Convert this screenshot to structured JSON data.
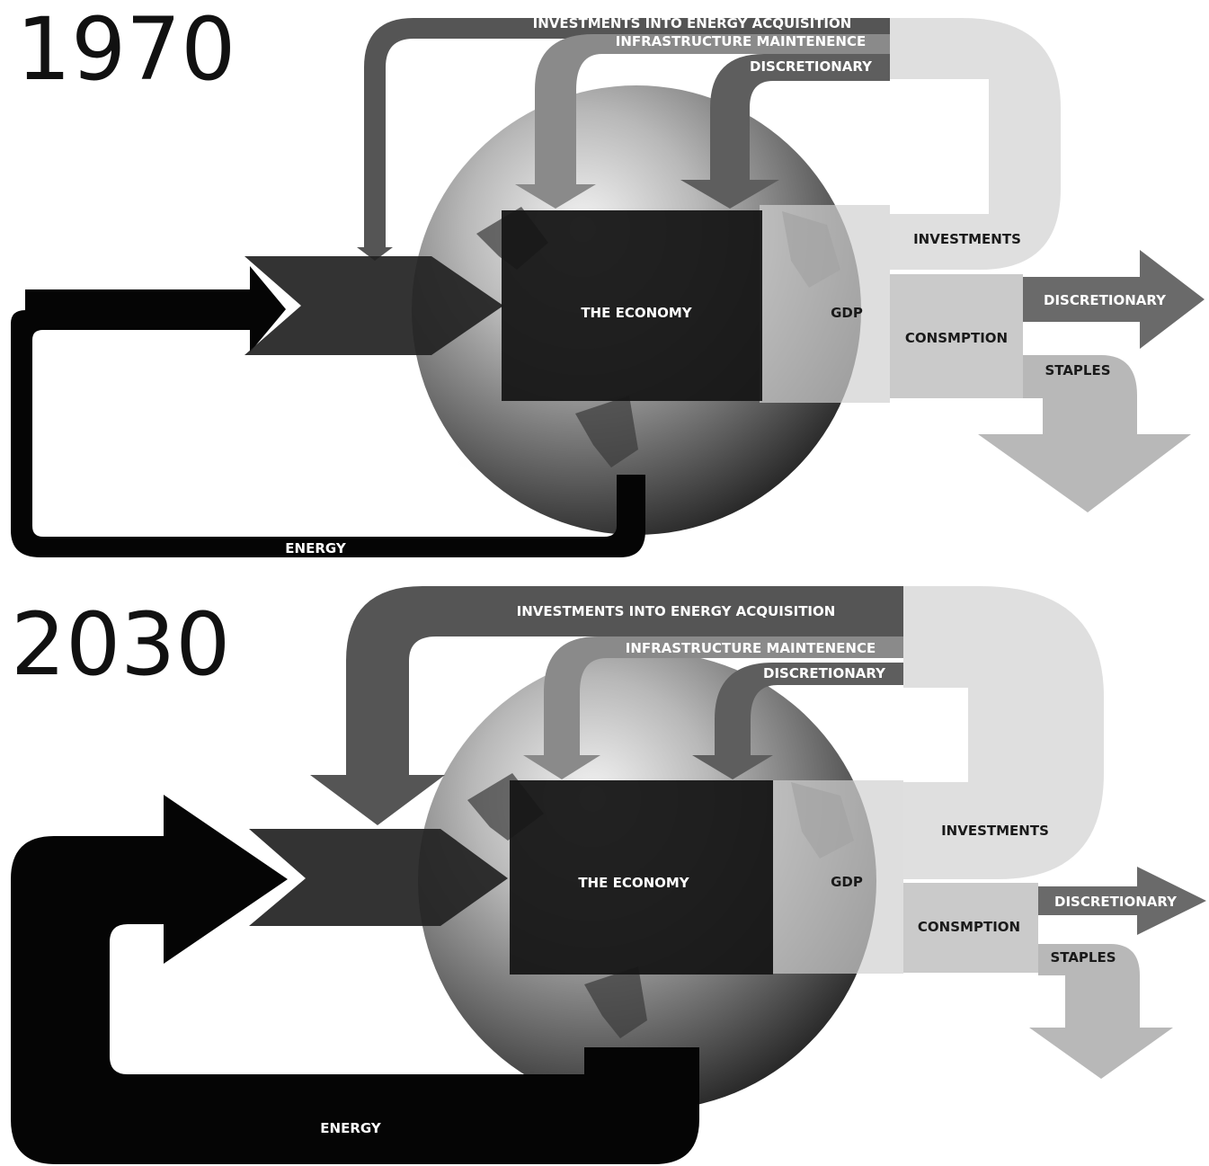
{
  "panels": [
    {
      "year": "1970",
      "labels": {
        "invest_energy": "INVESTMENTS INTO ENERGY ACQUISITION",
        "infra": "INFRASTRUCTURE MAINTENENCE",
        "discretionary_top": "DISCRETIONARY",
        "economy": "THE ECONOMY",
        "gdp": "GDP",
        "investments": "INVESTMENTS",
        "consumption": "CONSMPTION",
        "discretionary_out": "DISCRETIONARY",
        "staples": "STAPLES",
        "energy": "ENERGY"
      }
    },
    {
      "year": "2030",
      "labels": {
        "invest_energy": "INVESTMENTS INTO ENERGY ACQUISITION",
        "infra": "INFRASTRUCTURE MAINTENENCE",
        "discretionary_top": "DISCRETIONARY",
        "economy": "THE ECONOMY",
        "gdp": "GDP",
        "investments": "INVESTMENTS",
        "consumption": "CONSMPTION",
        "discretionary_out": "DISCRETIONARY",
        "staples": "STAPLES",
        "energy": "ENERGY"
      }
    }
  ],
  "colors": {
    "energy": "#050505",
    "economy": "#161616",
    "invest_energy": "#555555",
    "infra": "#8a8a8a",
    "discretionary_top": "#5e5e5e",
    "investments": "#dcdcdc",
    "consumption": "#c4c4c4",
    "discretionary_out": "#6a6a6a",
    "staples": "#b4b4b4",
    "globe_dark": "#2a2a2a",
    "globe_light": "#d8d8d8"
  }
}
